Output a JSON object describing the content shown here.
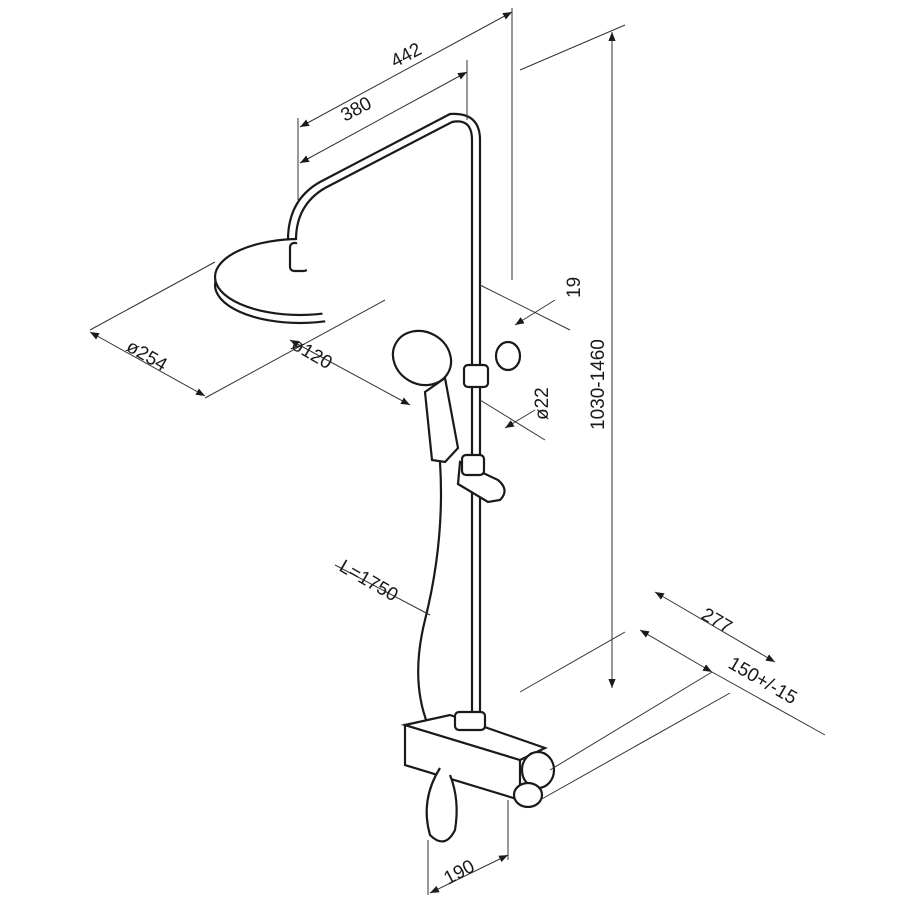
{
  "title": "Shower system dimension drawing",
  "dimensions": {
    "total_arm_length": "442",
    "arm_reach": "380",
    "rail_offset": "19",
    "overhead_diameter": "ø254",
    "hand_shower_diameter": "ø120",
    "rail_diameter": "ø22",
    "height_range": "1030-1460",
    "hose_length": "L=1750",
    "wall_depth": "277",
    "inlet_spacing": "150+/-15",
    "mixer_width": "190"
  },
  "colors": {
    "line": "#1a1a1a",
    "background": "#ffffff"
  }
}
